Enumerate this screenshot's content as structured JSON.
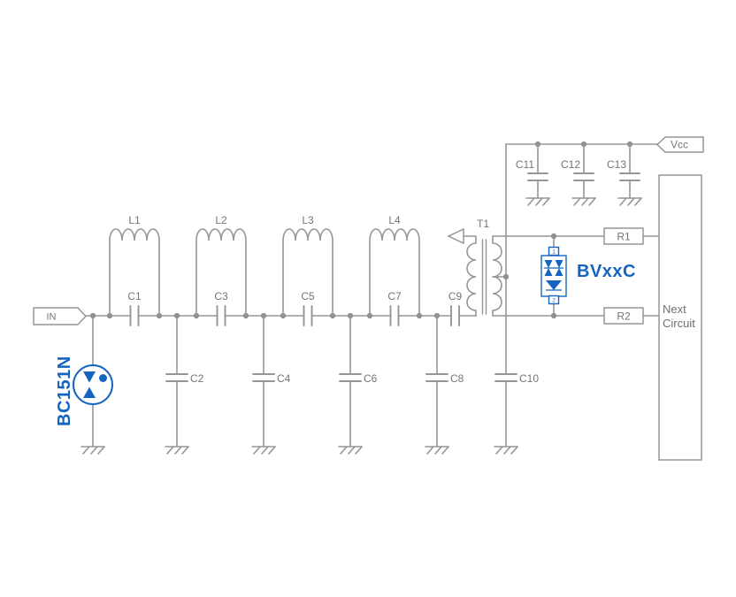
{
  "colors": {
    "background": "#ffffff",
    "wire": "#969696",
    "label": "#757575",
    "accent_blue": "#1565c0"
  },
  "ports": {
    "input": "IN",
    "supply": "Vcc"
  },
  "filter": {
    "inductors": [
      "L1",
      "L2",
      "L3",
      "L4"
    ],
    "series_capacitors": [
      "C1",
      "C3",
      "C5",
      "C7",
      "C9"
    ],
    "shunt_capacitors": [
      "C2",
      "C4",
      "C6",
      "C8",
      "C10"
    ]
  },
  "supply_section": {
    "decoupling_capacitors": [
      "C11",
      "C12",
      "C13"
    ]
  },
  "transformer": {
    "ref": "T1"
  },
  "output_section": {
    "resistors": [
      "R1",
      "R2"
    ],
    "next_block": [
      "Next",
      "Circuit"
    ]
  },
  "protection": {
    "surge_arrester": "BC151N",
    "tvs_array": "BVxxC",
    "tvs_pins": [
      "1",
      "2"
    ]
  }
}
